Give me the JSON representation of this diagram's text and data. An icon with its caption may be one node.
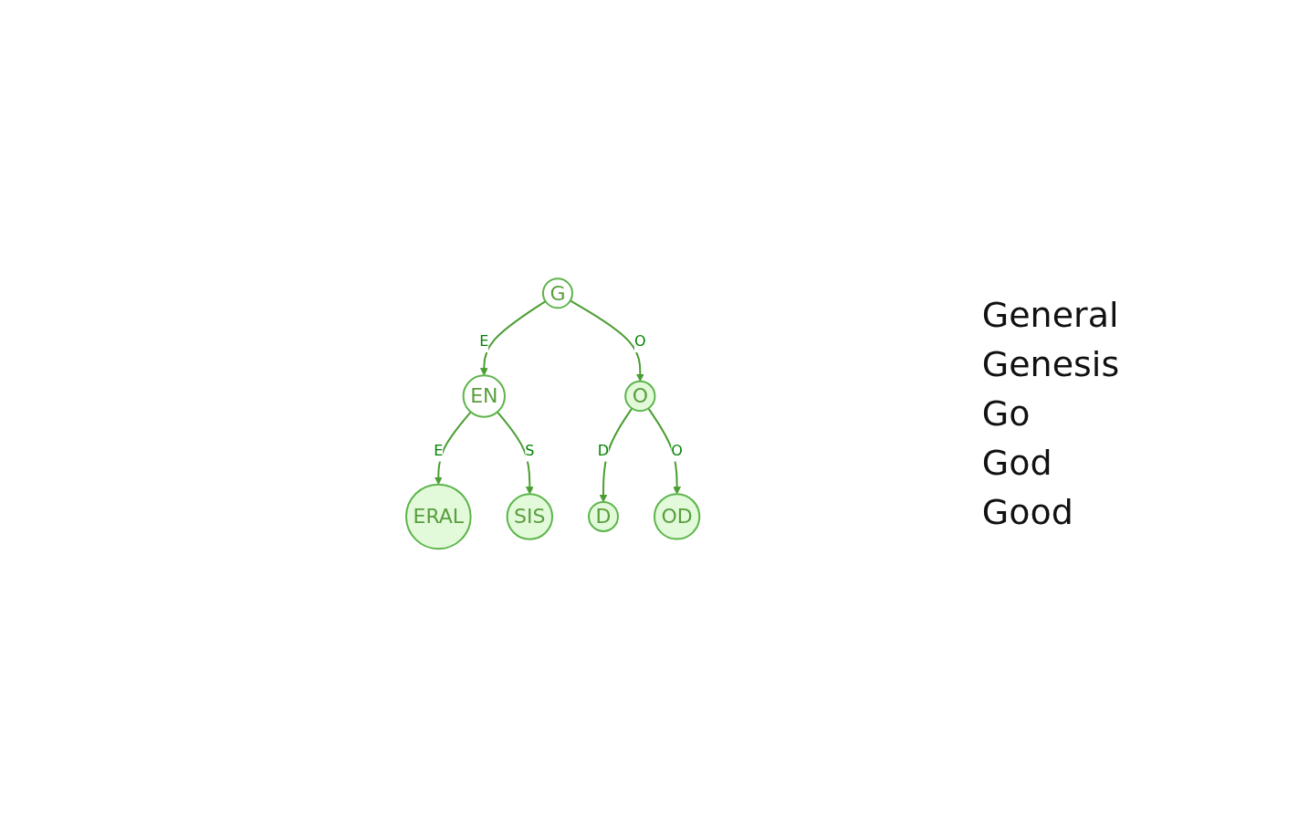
{
  "diagram": {
    "nodes": [
      {
        "text": [
          "G"
        ]
      },
      {
        "text": [
          "EN"
        ]
      },
      {
        "text": [
          "O"
        ]
      },
      {
        "text": [
          "ERAL"
        ]
      },
      {
        "text": [
          "SIS"
        ]
      },
      {
        "text": [
          "D"
        ]
      },
      {
        "text": [
          "OD"
        ]
      }
    ],
    "edges": [
      {
        "from": 0,
        "to": 1,
        "arrow": "to",
        "label": "E"
      },
      {
        "from": 0,
        "to": 2,
        "arrow": "to",
        "label": "O"
      },
      {
        "from": 1,
        "to": 3,
        "arrow": "to",
        "label": "E"
      },
      {
        "from": 1,
        "to": 4,
        "arrow": "to",
        "label": "S"
      },
      {
        "from": 2,
        "to": 5,
        "arrow": "to",
        "label": "D"
      },
      {
        "from": 2,
        "to": 6,
        "arrow": "to",
        "label": "O"
      }
    ],
    "labels": [
      "General",
      "Genesis",
      "Go",
      "God",
      "Good"
    ]
  }
}
